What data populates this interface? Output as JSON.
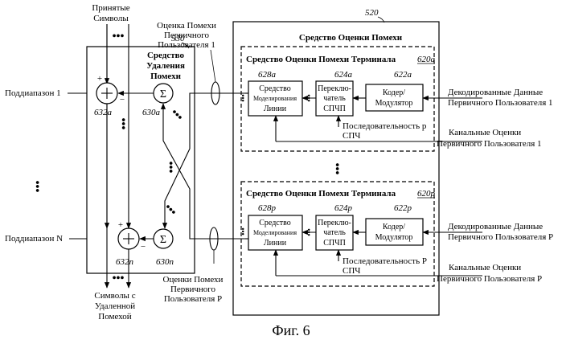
{
  "figure": {
    "caption": "Фиг. 6"
  },
  "left_block": {
    "ref": "530",
    "title_lines": [
      "Средство",
      "Удаления",
      "Помехи"
    ],
    "adder_top_ref": "632a",
    "adder_bottom_ref": "632n",
    "sigma_top_ref": "630a",
    "sigma_bottom_ref": "630n",
    "sigma_symbol": "Σ",
    "plus_sign": "+",
    "minus_sign": "−"
  },
  "right_block": {
    "ref": "520",
    "title": "Средство Оценки Помехи",
    "terminal_a": {
      "title": "Средство Оценки Помехи  Терминала",
      "ref": "620a",
      "channel_model_ref": "628a",
      "switch_ref": "624a",
      "coder_ref": "622a"
    },
    "terminal_p": {
      "title": "Средство Оценки Помехи  Терминала",
      "ref": "620p",
      "channel_model_ref": "628p",
      "switch_ref": "624p",
      "coder_ref": "622p"
    },
    "channel_model_lines_a": [
      "Средство",
      "Моделирования",
      "Линии"
    ],
    "channel_model_lines_p": [
      "Средство",
      "Моделирования",
      "Линии"
    ],
    "switch_lines": [
      "Переклю-",
      "чатель",
      "СПЧП"
    ],
    "coder_lines": [
      "Кодер/",
      "Модулятор"
    ]
  },
  "labels": {
    "received_symbols": [
      "Принятые",
      "Символы"
    ],
    "interference_estimate_top": [
      "Оценка Помехи",
      "Первичного",
      "Пользователя 1"
    ],
    "interference_estimate_bottom": [
      "Оценки Помехи",
      "Первичного",
      "Пользователя P"
    ],
    "subband_1": "Поддиапазон 1",
    "subband_n": "Поддиапазон N",
    "cleaned_symbols": [
      "Символы с",
      "Удаленной",
      "Помехой"
    ],
    "decoded_data_1": [
      "Декодированные Данные",
      "Первичного Пользователя 1"
    ],
    "decoded_data_p": [
      "Декодированные Данные",
      "Первичного Пользователя P"
    ],
    "channel_estimates_1": [
      "Канальные Оценки",
      "Первичного Пользователя 1"
    ],
    "channel_estimates_p": [
      "Канальные Оценки",
      "Первичного Пользователя P"
    ],
    "sequence_1": [
      "Последовательность p",
      "СПЧ"
    ],
    "sequence_p": [
      "Последовательность P",
      "СПЧ"
    ]
  }
}
